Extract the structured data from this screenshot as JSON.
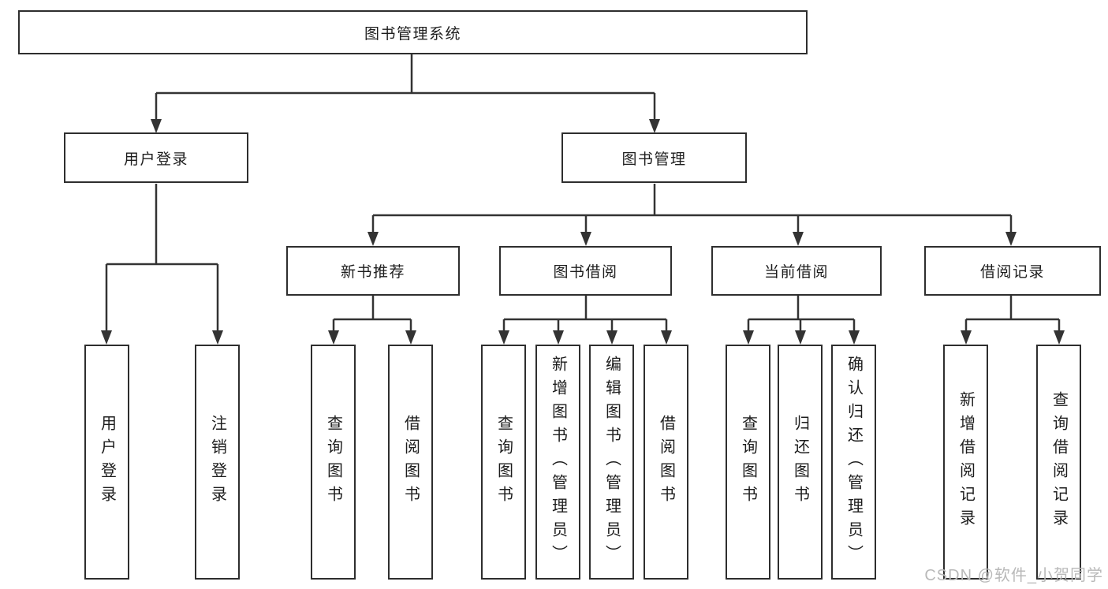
{
  "diagram": {
    "title_node": {
      "label": "图书管理系统"
    },
    "level1": [
      {
        "label": "用户登录"
      },
      {
        "label": "图书管理"
      }
    ],
    "level2": [
      {
        "label": "新书推荐"
      },
      {
        "label": "图书借阅"
      },
      {
        "label": "当前借阅"
      },
      {
        "label": "借阅记录"
      }
    ],
    "leaves": [
      {
        "label": "用户登录"
      },
      {
        "label": "注销登录"
      },
      {
        "label": "查询图书"
      },
      {
        "label": "借阅图书"
      },
      {
        "label": "查询图书"
      },
      {
        "label": "新增图书（管理员）"
      },
      {
        "label": "编辑图书（管理员）"
      },
      {
        "label": "借阅图书"
      },
      {
        "label": "查询图书"
      },
      {
        "label": "归还图书"
      },
      {
        "label": "确认归还（管理员）"
      },
      {
        "label": "新增借阅记录"
      },
      {
        "label": "查询借阅记录"
      }
    ],
    "colors": {
      "line": "#333333",
      "box_border": "#2e2e2e",
      "text": "#1d1d1d",
      "background": "#ffffff",
      "watermark": "#b9b9b9"
    }
  },
  "watermark": {
    "text": "CSDN @软件_小贺同学"
  }
}
